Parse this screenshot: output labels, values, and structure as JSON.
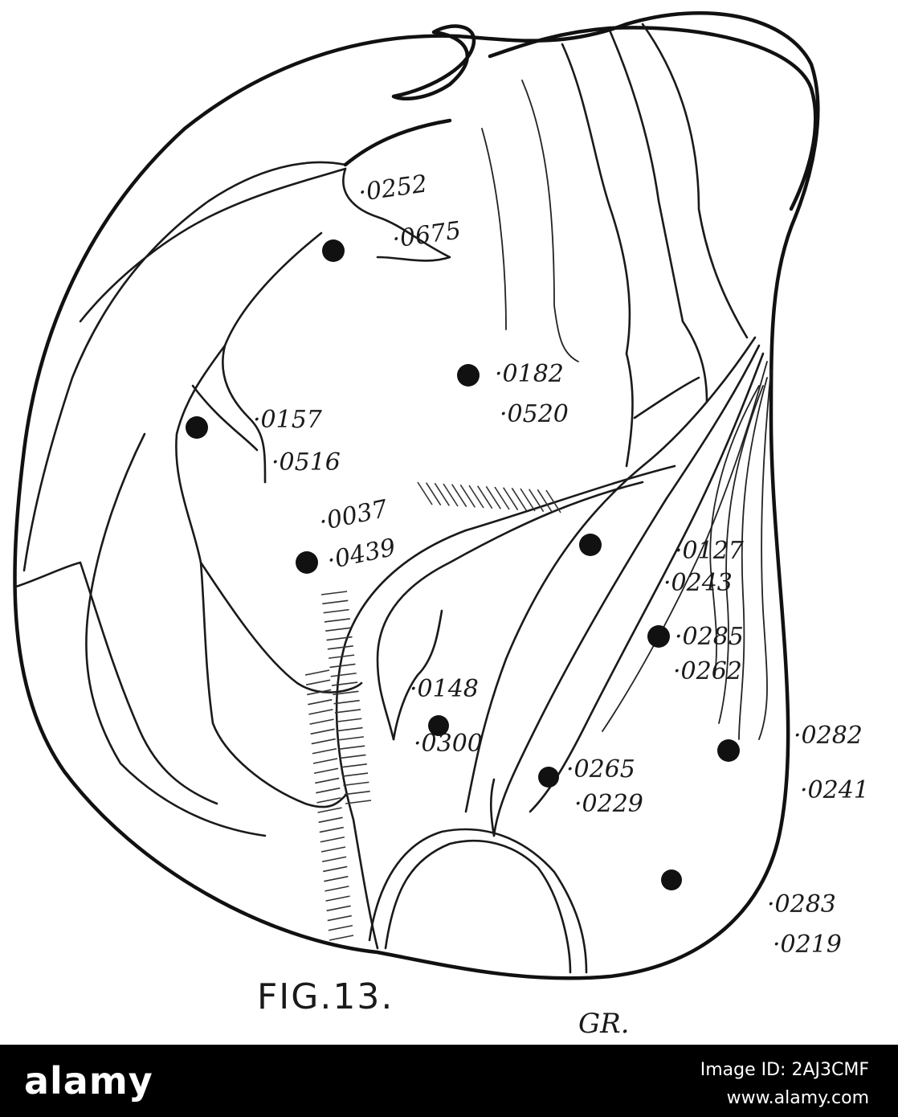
{
  "figure": {
    "caption": "FIG.13.",
    "signature": "GR.",
    "labels": [
      {
        "id": "a1",
        "text": "·0252"
      },
      {
        "id": "a2",
        "text": "·0675"
      },
      {
        "id": "b1",
        "text": "·0182"
      },
      {
        "id": "b2",
        "text": "·0520"
      },
      {
        "id": "c1",
        "text": "·0157"
      },
      {
        "id": "c2",
        "text": "·0516"
      },
      {
        "id": "d1",
        "text": "·0037"
      },
      {
        "id": "d2",
        "text": "·0439"
      },
      {
        "id": "e1",
        "text": "·0127"
      },
      {
        "id": "e2",
        "text": "·0243"
      },
      {
        "id": "f1",
        "text": "·0285"
      },
      {
        "id": "f2",
        "text": "·0262"
      },
      {
        "id": "g1",
        "text": "·0148"
      },
      {
        "id": "g2",
        "text": "·0300"
      },
      {
        "id": "h1",
        "text": "·0265"
      },
      {
        "id": "h2",
        "text": "·0229"
      },
      {
        "id": "i1",
        "text": "·0282"
      },
      {
        "id": "i2",
        "text": "·0241"
      },
      {
        "id": "j1",
        "text": "·0283"
      },
      {
        "id": "j2",
        "text": "·0219"
      }
    ]
  },
  "watermark": {
    "brand": "alamy",
    "image_id": "Image ID: 2AJ3CMF",
    "site": "www.alamy.com"
  }
}
